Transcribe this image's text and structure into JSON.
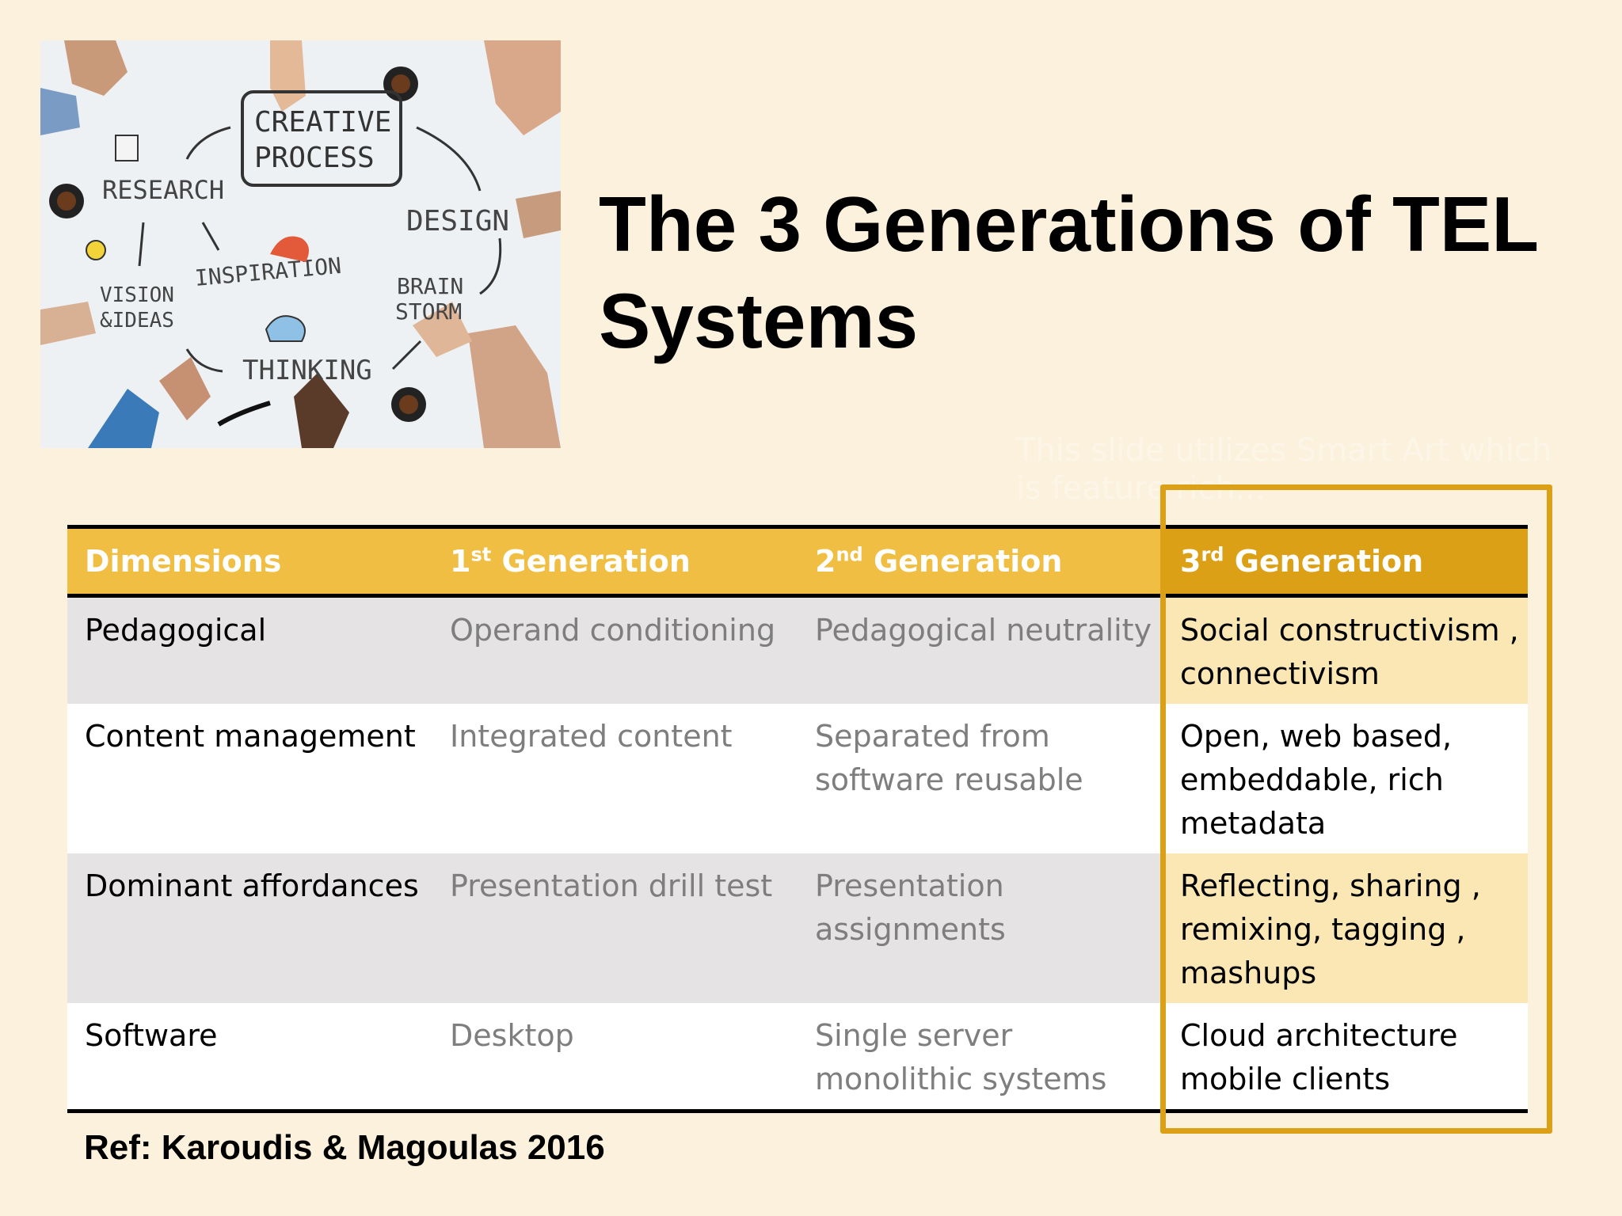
{
  "slide": {
    "title": "The 3 Generations of TEL Systems",
    "ghost_text": "This slide utilizes Smart Art which is feature rich...",
    "reference": "Ref: Karoudis & Magoulas 2016",
    "illustration": {
      "center": [
        "CREATIVE",
        "PROCESS"
      ],
      "words": {
        "research": "RESEARCH",
        "design": "DESIGN",
        "inspiration": "INSPIRATION",
        "vision_1": "VISION",
        "vision_2": "&IDEAS",
        "brain_1": "BRAIN",
        "brain_2": "STORM",
        "thinking": "THINKING"
      }
    }
  },
  "table": {
    "headers": [
      {
        "main": "Dimensions",
        "sup": "",
        "rest": ""
      },
      {
        "main": "1",
        "sup": "st",
        "rest": " Generation"
      },
      {
        "main": "2",
        "sup": "nd",
        "rest": " Generation"
      },
      {
        "main": "3",
        "sup": "rd",
        "rest": " Generation"
      }
    ],
    "rows": [
      [
        "Pedagogical",
        "Operand conditioning",
        "Pedagogical neutrality",
        "Social constructivism , connectivism"
      ],
      [
        "Content management",
        "Integrated content",
        "Separated from software reusable",
        "Open, web based, embeddable, rich metadata"
      ],
      [
        "Dominant affordances",
        "Presentation drill test",
        "Presentation assignments",
        "Reflecting, sharing , remixing, tagging , mashups"
      ],
      [
        "Software",
        "Desktop",
        "Single server monolithic systems",
        "Cloud architecture mobile clients"
      ]
    ]
  },
  "colors": {
    "background": "#fcf1dc",
    "header": "#f0be42",
    "header_highlight": "#dca016",
    "row_shaded": "#e6e3e4",
    "highlight_cell": "#fbe7b4",
    "muted_text": "#7e7e7e"
  }
}
